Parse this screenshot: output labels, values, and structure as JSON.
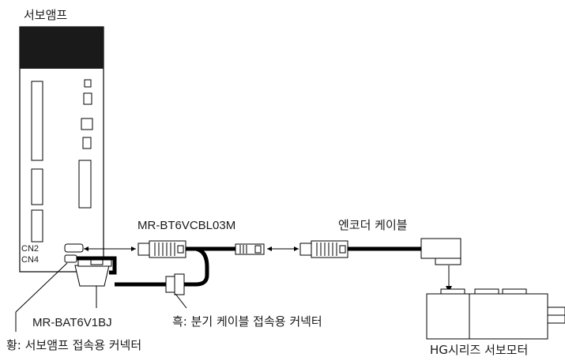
{
  "labels": {
    "servo_amp": "서보앰프",
    "cn2": "CN2",
    "cn4": "CN4",
    "branch_cable": "MR-BT6VCBL03M",
    "encoder_cable": "엔코더 케이블",
    "battery": "MR-BAT6V1BJ",
    "black_connector": "흑: 분기 케이블 접속용 커넥터",
    "yellow_connector": "황: 서보앰프 접속용 커넥터",
    "motor": "HG시리즈 서보모터"
  }
}
